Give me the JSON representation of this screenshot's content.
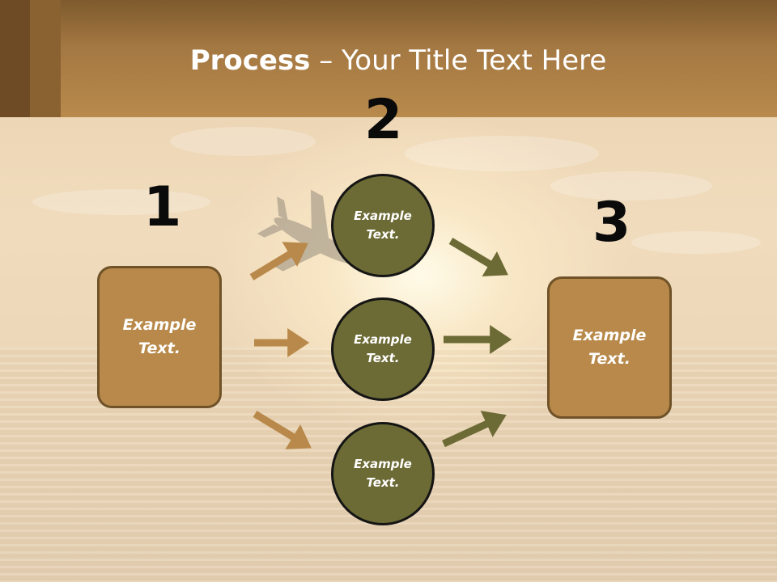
{
  "title": {
    "bold": "Process",
    "rest": " – Your Title Text Here"
  },
  "steps": [
    {
      "number": "1",
      "label_line1": "Example",
      "label_line2": "Text."
    },
    {
      "number": "2",
      "circles": [
        {
          "label_line1": "Example",
          "label_line2": "Text."
        },
        {
          "label_line1": "Example",
          "label_line2": "Text."
        },
        {
          "label_line1": "Example",
          "label_line2": "Text."
        }
      ]
    },
    {
      "number": "3",
      "label_line1": "Example",
      "label_line2": "Text."
    }
  ],
  "colors": {
    "header": "#b88a4c",
    "box_fill": "#b8894a",
    "circle_fill": "#6c6a35",
    "arrow_left": "#b8894a",
    "arrow_right": "#6c6a35"
  },
  "icons": {
    "background_decoration": "airplane-icon"
  }
}
